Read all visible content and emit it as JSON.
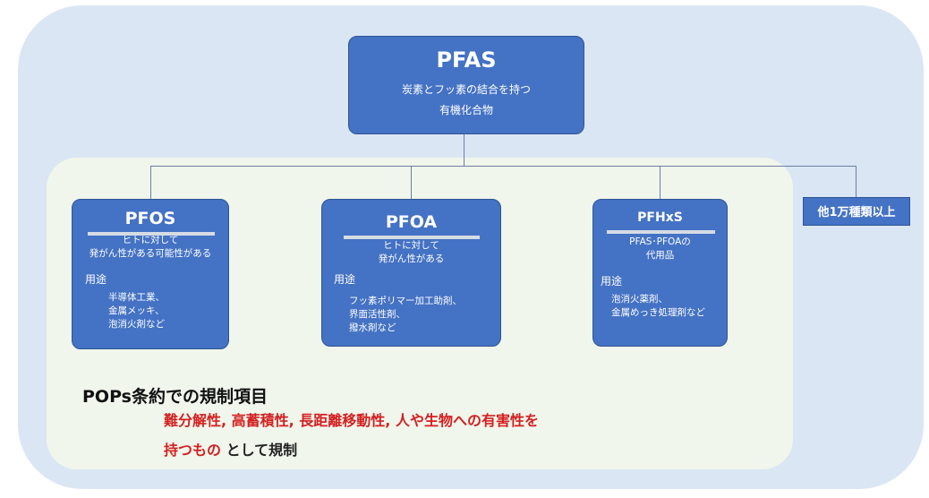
{
  "root": {
    "title": "PFAS",
    "desc1": "炭素とフッ素の結合を持つ",
    "desc2": "有機化合物"
  },
  "pfos": {
    "title": "PFOS",
    "desc1": "ヒトに対して",
    "desc2": "発がん性がある可能性がある",
    "use_label": "用途",
    "uses": [
      "半導体工業、",
      "金属メッキ、",
      "泡消火剤など"
    ]
  },
  "pfoa": {
    "title": "PFOA",
    "desc1": "ヒトに対して",
    "desc2": "発がん性がある",
    "use_label": "用途",
    "uses": [
      "フッ素ポリマー加工助剤、",
      "界面活性剤、",
      "撥水剤など"
    ]
  },
  "pfhxs": {
    "title": "PFHxS",
    "desc1": "PFAS･PFOAの",
    "desc2": "代用品",
    "use_label": "用途",
    "uses": [
      "泡消火薬剤、",
      "金属めっき処理剤など"
    ]
  },
  "other": {
    "label": "他1万種類以上"
  },
  "pops": {
    "title": "POPs条約での規制項目",
    "red_line1": "難分解性, 高蓄積性, 長距離移動性, 人や生物への有害性を",
    "red_line2": "持つもの",
    "suffix": " として規制"
  },
  "colors": {
    "box_fill": "#4472c4",
    "outer_bg": "#dbe6f4",
    "inner_bg": "#f1f6ec",
    "red_text": "#d42020"
  }
}
